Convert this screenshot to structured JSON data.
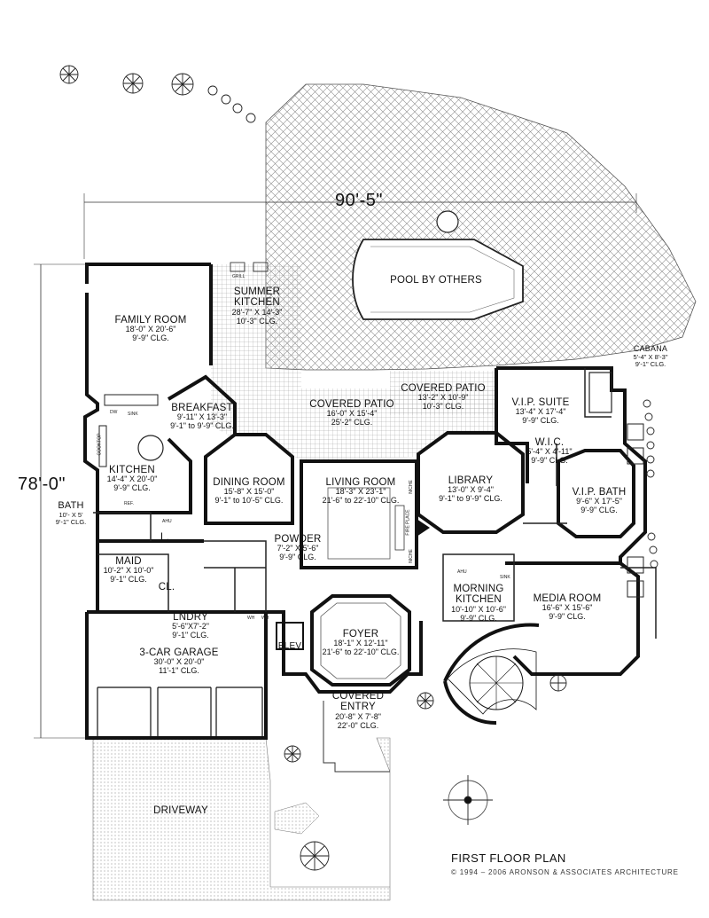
{
  "dimensions": {
    "width": "90'-5\"",
    "depth": "78'-0\""
  },
  "rooms": {
    "family_room": {
      "name": "FAMILY ROOM",
      "size": "18'-0\" X 20'-6\"",
      "clg": "9'-9\" CLG."
    },
    "summer_kitchen": {
      "name": "SUMMER KITCHEN",
      "size": "28'-7\" X 14'-3\"",
      "clg": "10'-3\" CLG."
    },
    "pool": {
      "name": "POOL BY OTHERS"
    },
    "cabana": {
      "name": "CABANA",
      "size": "5'-4\" X 8'-3\"",
      "clg": "9'-1\" CLG."
    },
    "breakfast": {
      "name": "BREAKFAST",
      "size": "9'-11\" X 13'-3\"",
      "clg": "9'-1\" to 9'-9\" CLG."
    },
    "covered_patio_center": {
      "name": "COVERED PATIO",
      "size": "16'-0\" X 15'-4\"",
      "clg": "25'-2\" CLG."
    },
    "covered_patio_right": {
      "name": "COVERED PATIO",
      "size": "13'-2\" X 10'-9\"",
      "clg": "10'-3\" CLG."
    },
    "vip_suite": {
      "name": "V.I.P. SUITE",
      "size": "13'-4\" X 17'-4\"",
      "clg": "9'-9\" CLG."
    },
    "wic": {
      "name": "W.I.C.",
      "size": "5'-4\" X 4'-11\"",
      "clg": "9'-9\" CLG."
    },
    "vip_bath": {
      "name": "V.I.P. BATH",
      "size": "9'-6\" X 17'-5\"",
      "clg": "9'-9\" CLG."
    },
    "kitchen": {
      "name": "KITCHEN",
      "size": "14'-4\" X 20'-0\"",
      "clg": "9'-9\" CLG."
    },
    "dining_room": {
      "name": "DINING ROOM",
      "size": "15'-8\" X 15'-0\"",
      "clg": "9'-1\" to 10'-5\" CLG."
    },
    "living_room": {
      "name": "LIVING ROOM",
      "size": "18'-3\" X 23'-1\"",
      "clg": "21'-6\" to 22'-10\" CLG."
    },
    "library": {
      "name": "LIBRARY",
      "size": "13'-0\" X 9'-4\"",
      "clg": "9'-1\" to 9'-9\" CLG."
    },
    "bath": {
      "name": "BATH",
      "size": "10'- X 5'",
      "clg": "9'-1\" CLG."
    },
    "powder": {
      "name": "POWDER",
      "size": "7'-2\" X 5'-6\"",
      "clg": "9'-9\" CLG."
    },
    "maid": {
      "name": "MAID",
      "size": "10'-2\" X 10'-0\"",
      "clg": "9'-1\" CLG."
    },
    "morning_kitchen": {
      "name": "MORNING KITCHEN",
      "size": "10'-10\" X 10'-6\"",
      "clg": "9'-9\" CLG."
    },
    "media_room": {
      "name": "MEDIA ROOM",
      "size": "16'-6\" X 15'-6\"",
      "clg": "9'-9\" CLG."
    },
    "lndry": {
      "name": "LNDRY",
      "size": "5'-6\"X7'-2\"",
      "clg": "9'-1\" CLG."
    },
    "garage": {
      "name": "3-CAR GARAGE",
      "size": "30'-0\" X 20'-0\"",
      "clg": "11'-1\" CLG."
    },
    "foyer": {
      "name": "FOYER",
      "size": "18'-1\" X 12'-11\"",
      "clg": "21'-6\" to 22'-10\" CLG."
    },
    "covered_entry": {
      "name": "COVERED ENTRY",
      "size": "20'-8\" X 7'-8\"",
      "clg": "22'-0\" CLG."
    },
    "driveway": {
      "name": "DRIVEWAY"
    }
  },
  "small_labels": {
    "cl": "CL.",
    "l": "L.",
    "elev": "ELEV",
    "grill": "GRILL",
    "ref": "REF.",
    "ahu": "AHU",
    "sink": "SINK",
    "dw": "DW",
    "cooktop": "COOKTOP",
    "niche": "NICHE",
    "fireplace": "FIRE PLACE",
    "wh": "WH"
  },
  "footer": {
    "title": "FIRST FLOOR PLAN",
    "copyright": "© 1994 – 2006 ARONSON & ASSOCIATES ARCHITECTURE"
  }
}
